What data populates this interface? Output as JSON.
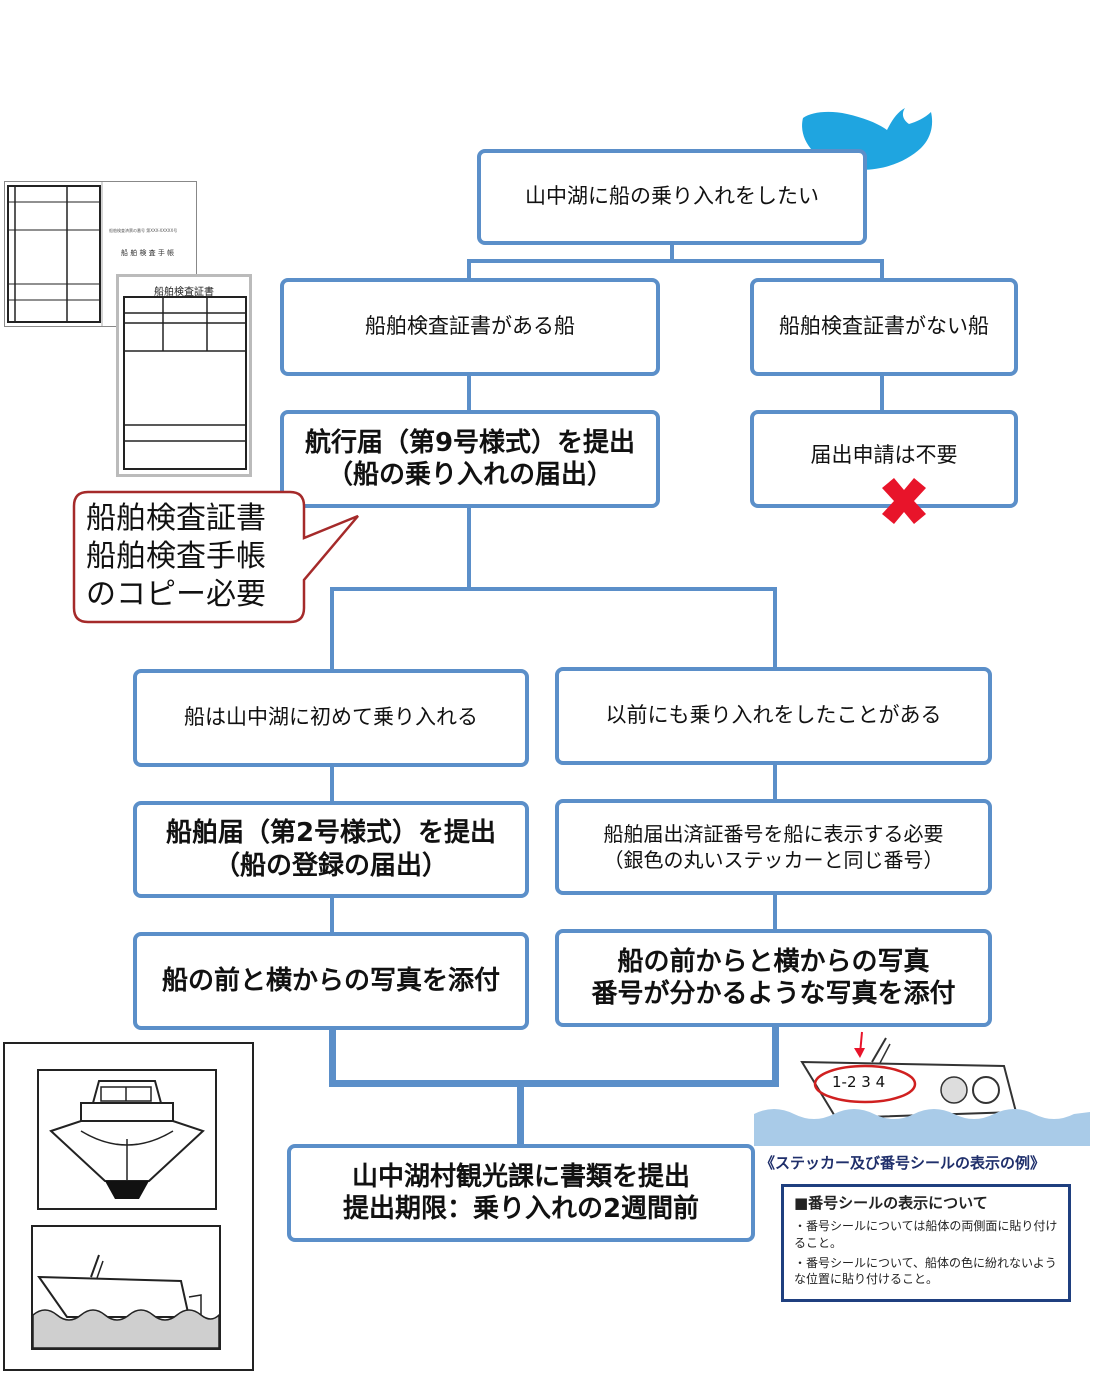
{
  "flowchart": {
    "start": "山中湖に船の乗り入れをしたい",
    "has_certificate": "船舶検査証書がある船",
    "no_certificate": "船舶検査証書がない船",
    "navigation_notice": {
      "line1": "航行届（第9号様式）を提出",
      "line2": "（船の乗り入れの届出）"
    },
    "no_application": "届出申請は不要",
    "first_time": "船は山中湖に初めて乗り入れる",
    "previously": "以前にも乗り入れをしたことがある",
    "vessel_notice": {
      "line1": "船舶届（第2号様式）を提出",
      "line2": "（船の登録の届出）"
    },
    "display_number": {
      "line1": "船舶届出済証番号を船に表示する必要",
      "line2": "（銀色の丸いステッカーと同じ番号）"
    },
    "attach_photo": "船の前と横からの写真を添付",
    "attach_photo_number": {
      "line1": "船の前からと横からの写真",
      "line2": "番号が分かるような写真を添付"
    },
    "submit": {
      "line1": "山中湖村観光課に書類を提出",
      "line2": "提出期限：乗り入れの2週間前"
    }
  },
  "callout": {
    "line1": "船舶検査証書",
    "line2": "船舶検査手帳",
    "line3": "のコピー必要"
  },
  "certificate_image": {
    "title": "船舶検査証書",
    "notebook_title": "船 舶 検 査 手 帳",
    "small_text": "船舶検査済票の番号 第XXX-XXXXX号"
  },
  "sticker_example": {
    "number": "1-2 3 4",
    "caption": "《ステッカー及び番号シールの表示の例》",
    "note_title": "■番号シールの表示について",
    "note_items": [
      "・番号シールについては船体の両側面に貼り付けること。",
      "・番号シールについて、船体の色に紛れないような位置に貼り付けること。"
    ]
  },
  "colors": {
    "box_border": "#5b8fc9",
    "callout_border": "#a52a2a",
    "cross": "#e8142a",
    "whale": "#1fa5e0"
  },
  "icons": [
    "whale-icon",
    "cross-icon",
    "boat-front-icon",
    "boat-side-icon",
    "sticker-boat-icon"
  ]
}
